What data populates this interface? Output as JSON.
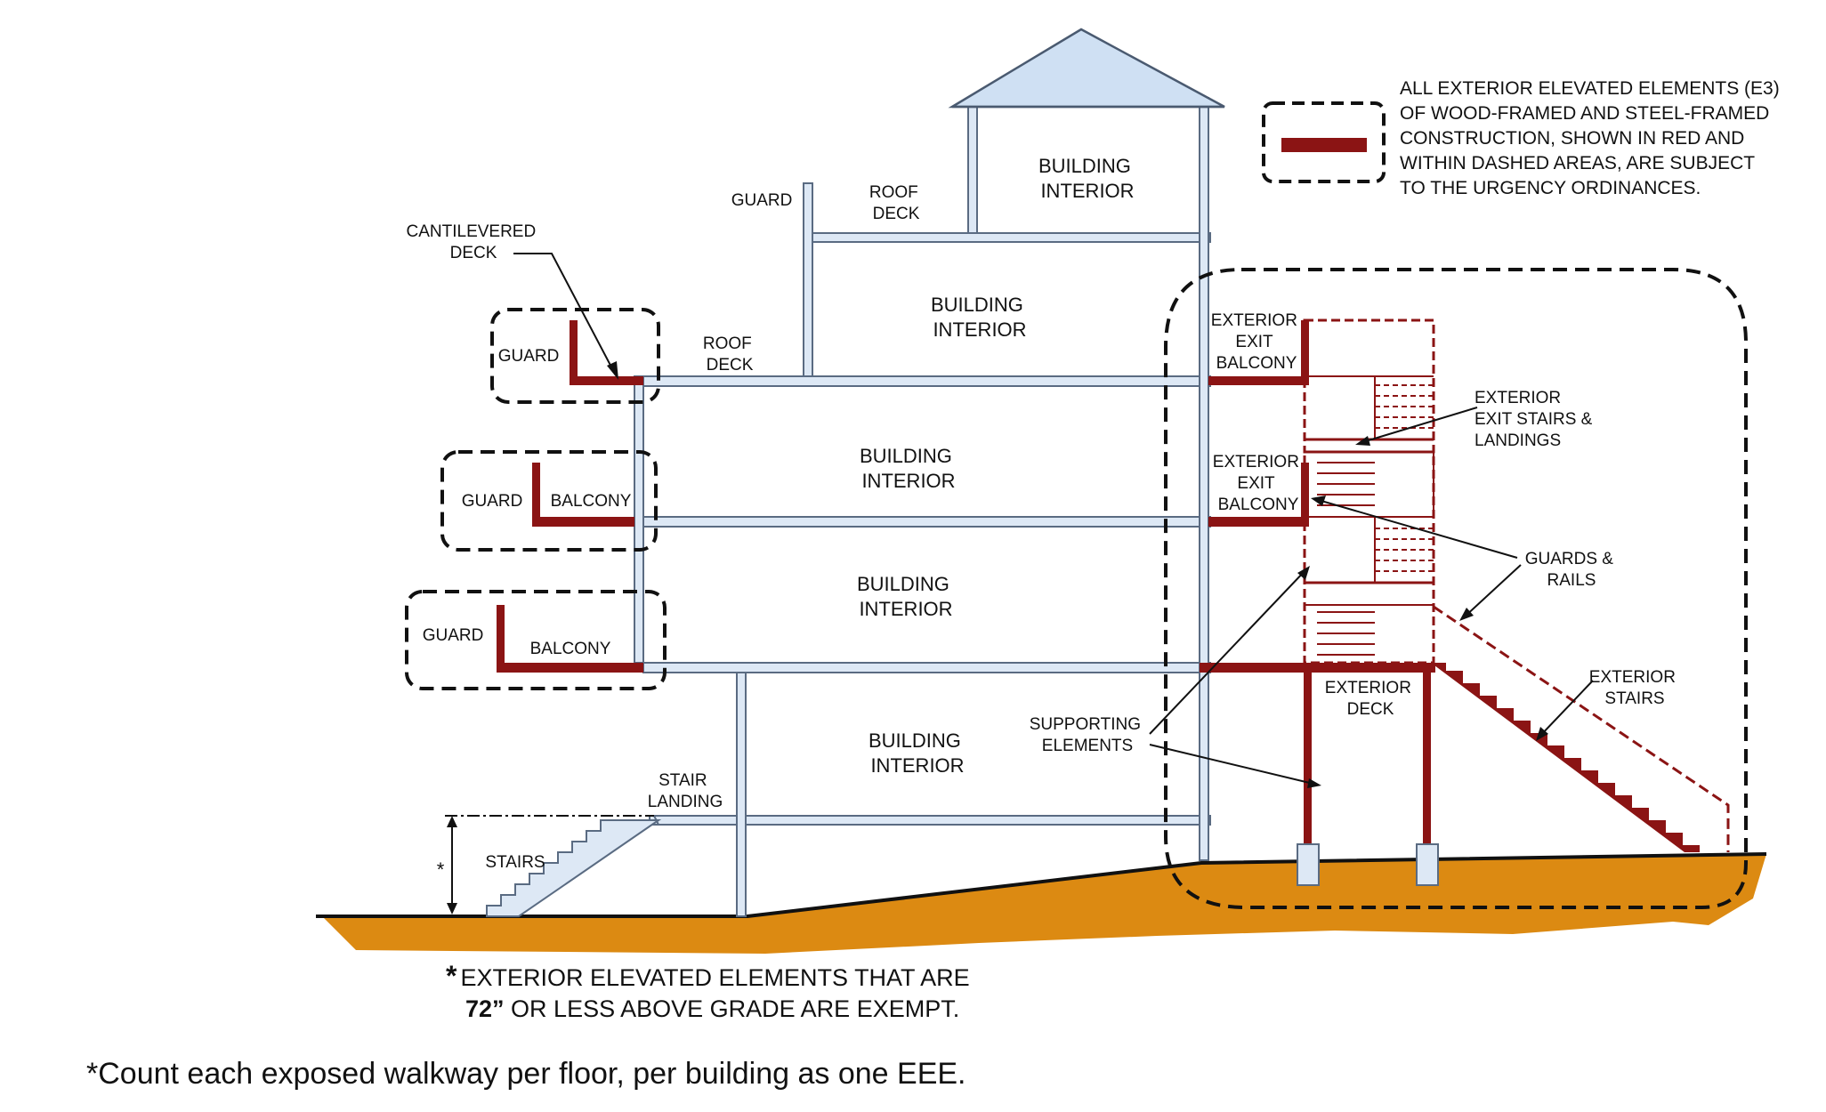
{
  "colors": {
    "structure_fill": "#dde8f5",
    "structure_stroke": "#5a6b82",
    "elevated_element": "#8b1414",
    "ground": "#dc8a12",
    "dashed_outline": "#111111",
    "roof": "#cfe0f3"
  },
  "legend": {
    "lines": [
      "ALL EXTERIOR ELEVATED ELEMENTS (E3)",
      "OF WOOD-FRAMED AND STEEL-FRAMED",
      "CONSTRUCTION, SHOWN IN RED AND",
      "WITHIN DASHED AREAS, ARE SUBJECT",
      "TO THE URGENCY ORDINANCES."
    ]
  },
  "labels": {
    "building_interior": [
      "BUILDING",
      "INTERIOR"
    ],
    "guard": "GUARD",
    "roof_deck": [
      "ROOF",
      "DECK"
    ],
    "cantilevered_deck": [
      "CANTILEVERED",
      "DECK"
    ],
    "balcony": "BALCONY",
    "stair_landing": [
      "STAIR",
      "LANDING"
    ],
    "stairs": "STAIRS",
    "asterisk": "*",
    "supporting_elements": [
      "SUPPORTING",
      "ELEMENTS"
    ],
    "exterior_exit_balcony": [
      "EXTERIOR",
      "EXIT",
      "BALCONY"
    ],
    "exterior_exit_stairs": [
      "EXTERIOR",
      "EXIT STAIRS &",
      "LANDINGS"
    ],
    "guards_rails": [
      "GUARDS &",
      "RAILS"
    ],
    "exterior_deck": [
      "EXTERIOR",
      "DECK"
    ],
    "exterior_stairs": [
      "EXTERIOR",
      "STAIRS"
    ]
  },
  "exempt_note": {
    "star": "*",
    "line1": "EXTERIOR ELEVATED ELEMENTS THAT ARE",
    "bold": "72”",
    "line2_rest": " OR LESS ABOVE GRADE ARE EXEMPT."
  },
  "footnote": "*Count each exposed walkway per floor, per building as one EEE."
}
